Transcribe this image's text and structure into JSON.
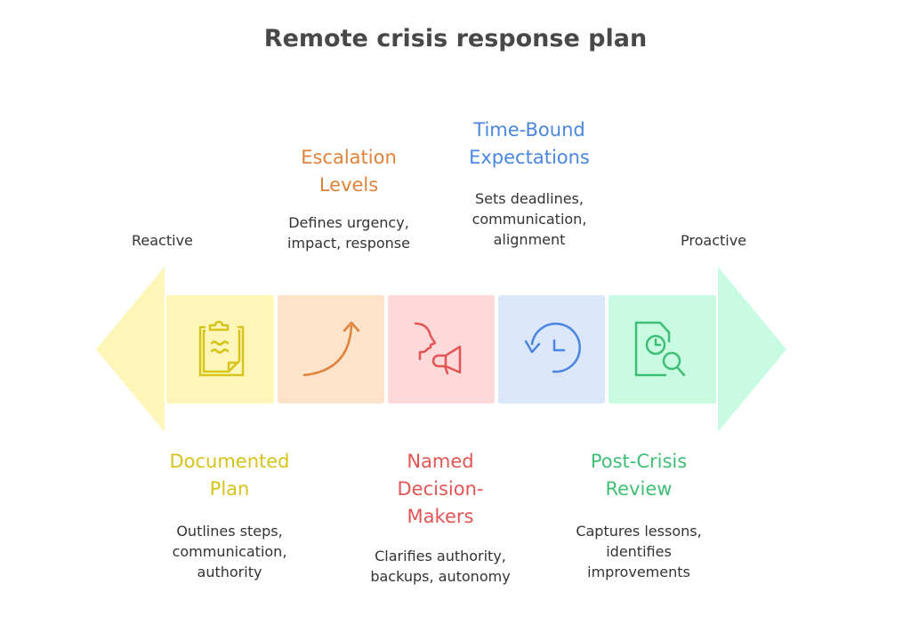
{
  "title": "Remote crisis response plan",
  "left_label": "Reactive",
  "right_label": "Proactive",
  "steps": [
    {
      "title": "Documented Plan",
      "title_lines": [
        "Documented",
        "Plan"
      ],
      "desc_lines": [
        "Outlines steps,",
        "communication,",
        "authority"
      ],
      "icon": "clipboard-icon",
      "color": "#d6c31b",
      "fill": "#fef6b8"
    },
    {
      "title": "Escalation Levels",
      "title_lines": [
        "Escalation",
        "Levels"
      ],
      "desc_lines": [
        "Defines urgency,",
        "impact, response"
      ],
      "icon": "curved-arrow-up-icon",
      "color": "#e0823a",
      "fill": "#fee3cb"
    },
    {
      "title": "Named Decision-Makers",
      "title_lines": [
        "Named",
        "Decision-",
        "Makers"
      ],
      "desc_lines": [
        "Clarifies authority,",
        "backups, autonomy"
      ],
      "icon": "speaker-megaphone-icon",
      "color": "#e35555",
      "fill": "#fed9d9"
    },
    {
      "title": "Time-Bound Expectations",
      "title_lines": [
        "Time-Bound",
        "Expectations"
      ],
      "desc_lines": [
        "Sets deadlines,",
        "communication,",
        "alignment"
      ],
      "icon": "clock-history-icon",
      "color": "#4a86e0",
      "fill": "#dce7fc"
    },
    {
      "title": "Post-Crisis Review",
      "title_lines": [
        "Post-Crisis",
        "Review"
      ],
      "desc_lines": [
        "Captures lessons,",
        "identifies",
        "improvements"
      ],
      "icon": "document-clock-search-icon",
      "color": "#3fbf75",
      "fill": "#c9fbe2"
    }
  ]
}
